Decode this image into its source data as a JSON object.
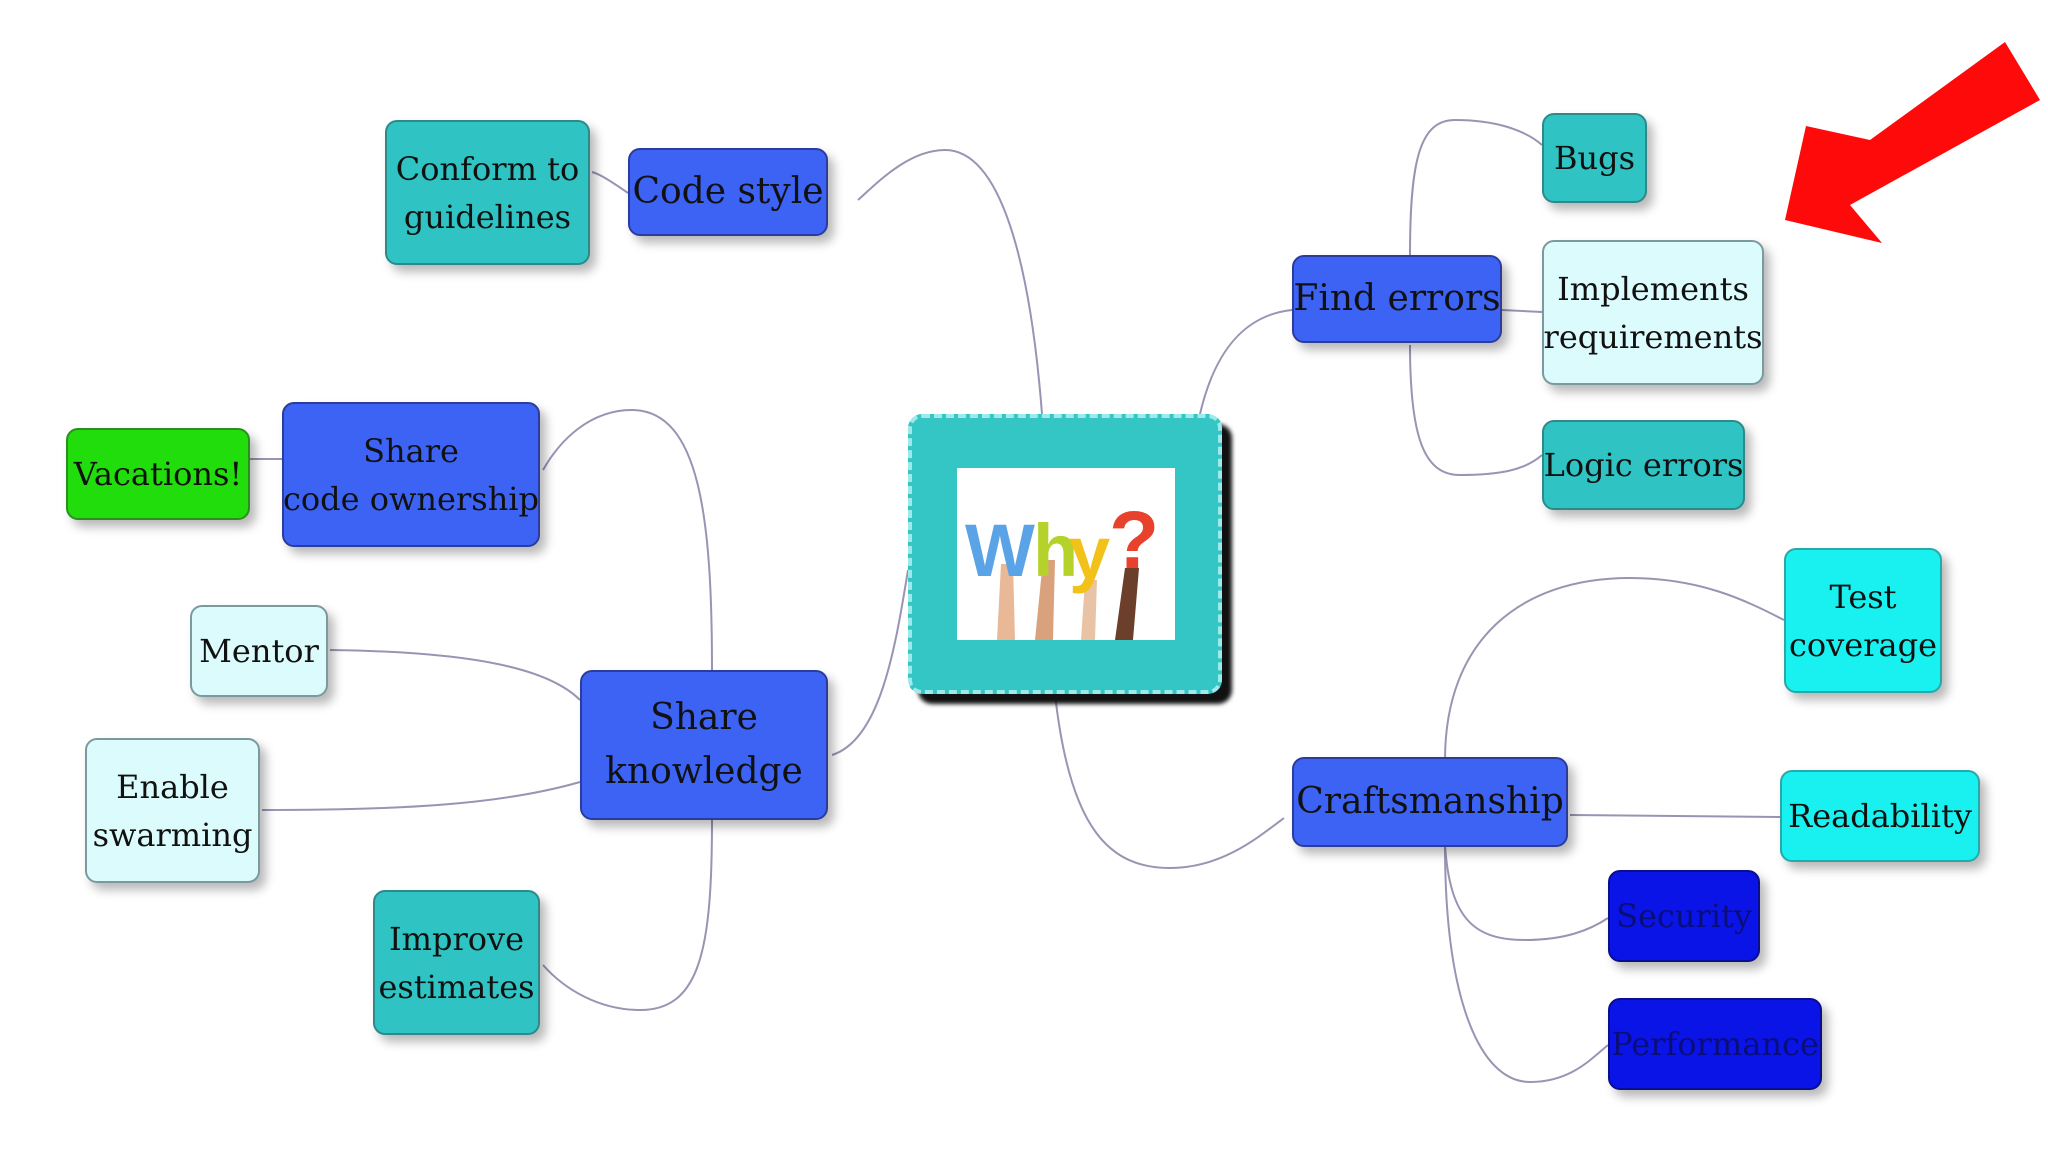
{
  "central": {
    "image_word": "Why?",
    "image": "hands-holding-letters-why"
  },
  "branches": {
    "code_style": {
      "label": [
        "Code style"
      ],
      "children": {
        "conform": [
          "Conform to",
          "guidelines"
        ]
      }
    },
    "find_errors": {
      "label": [
        "Find errors"
      ],
      "children": {
        "bugs": [
          "Bugs"
        ],
        "implements": [
          "Implements",
          "requirements"
        ],
        "logic": [
          "Logic errors"
        ]
      }
    },
    "share_knowledge": {
      "label": [
        "Share",
        "knowledge"
      ],
      "children": {
        "share_ownership": [
          "Share",
          "code ownership"
        ],
        "vacations": [
          "Vacations!"
        ],
        "mentor": [
          "Mentor"
        ],
        "swarming": [
          "Enable",
          "swarming"
        ],
        "estimates": [
          "Improve",
          "estimates"
        ]
      }
    },
    "craftsmanship": {
      "label": [
        "Craftsmanship"
      ],
      "children": {
        "test_coverage": [
          "Test",
          "coverage"
        ],
        "readability": [
          "Readability"
        ],
        "security": [
          "Security"
        ],
        "performance": [
          "Performance"
        ]
      }
    }
  },
  "colors": {
    "blue": "#3d63f4",
    "teal": "#2fc3c3",
    "pale": "#dcfbfd",
    "cyan": "#19f0f0",
    "green": "#22dd0c",
    "navy": "#0a14e6",
    "link": "#9a93b4",
    "arrow": "#ff0a0a"
  },
  "annotation": {
    "icon": "red-arrow-icon"
  }
}
